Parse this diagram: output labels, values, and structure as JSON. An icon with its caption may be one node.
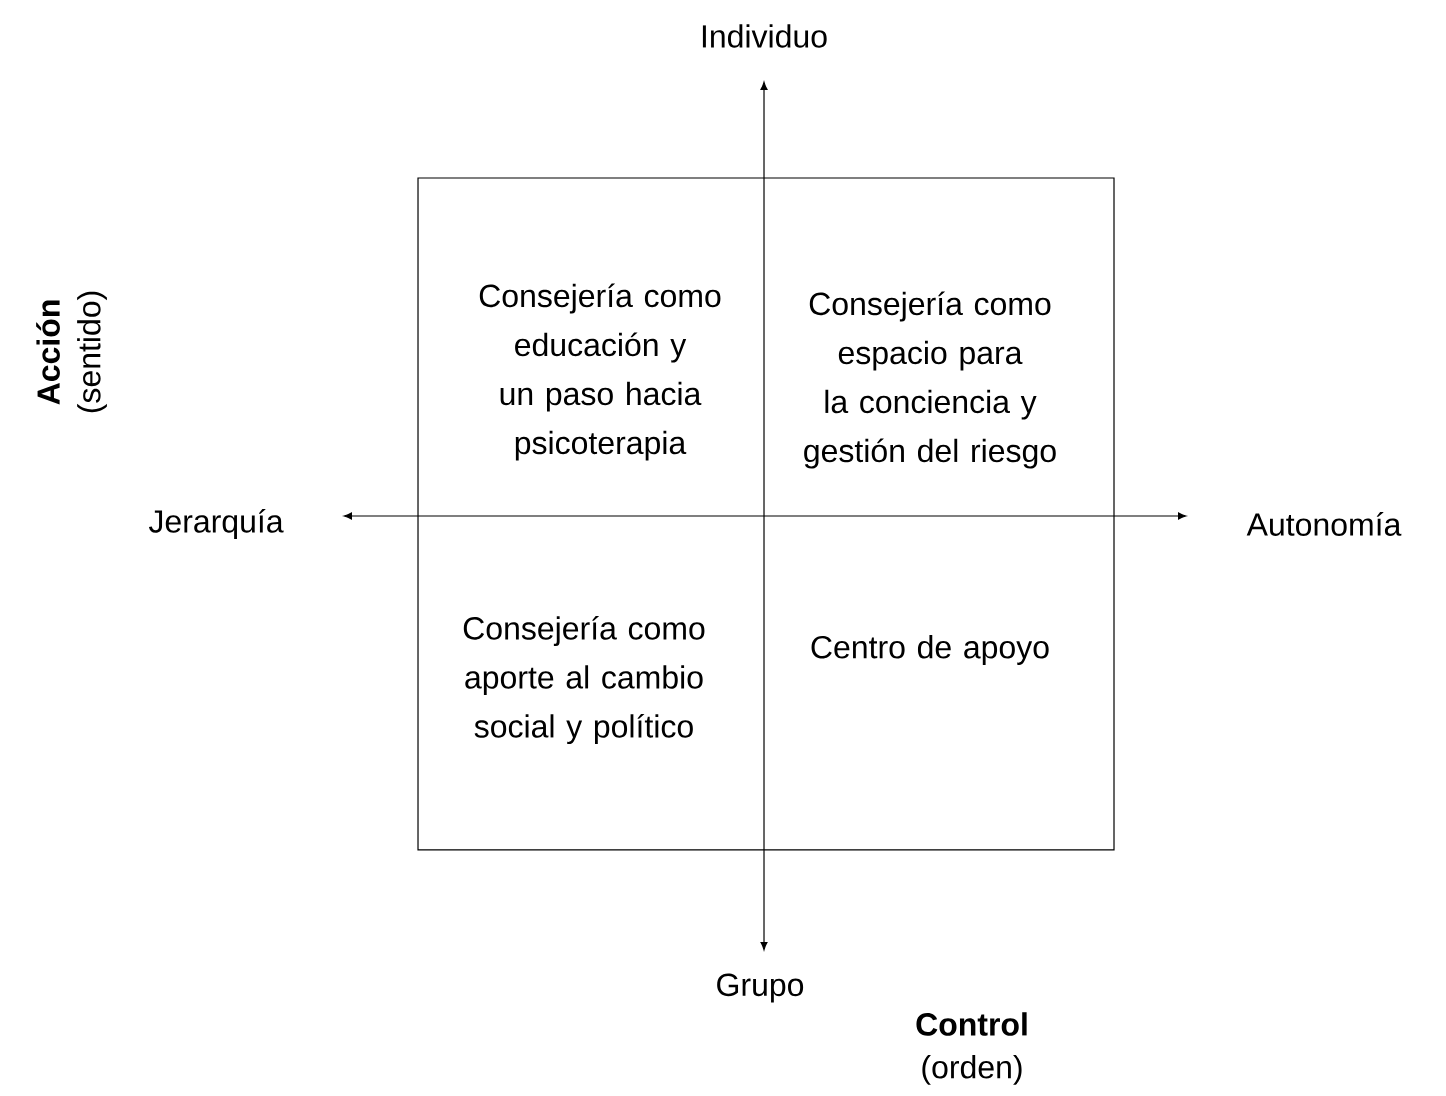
{
  "diagram": {
    "nodes": [
      {
        "text": [
          "Consejería como educación y un paso hacia psicoterapia"
        ]
      },
      {
        "text": [
          "Consejería como espacio para la conciencia y gestión del riesgo"
        ]
      },
      {
        "text": [
          "Consejería como aporte al cambio social y político"
        ]
      },
      {
        "text": [
          "Centro de apoyo"
        ]
      }
    ],
    "labels": [
      "Individuo",
      "Acción",
      "(sentido)",
      "Jerarquía",
      "Autonomía",
      "Grupo",
      "Control",
      "(orden)"
    ]
  }
}
